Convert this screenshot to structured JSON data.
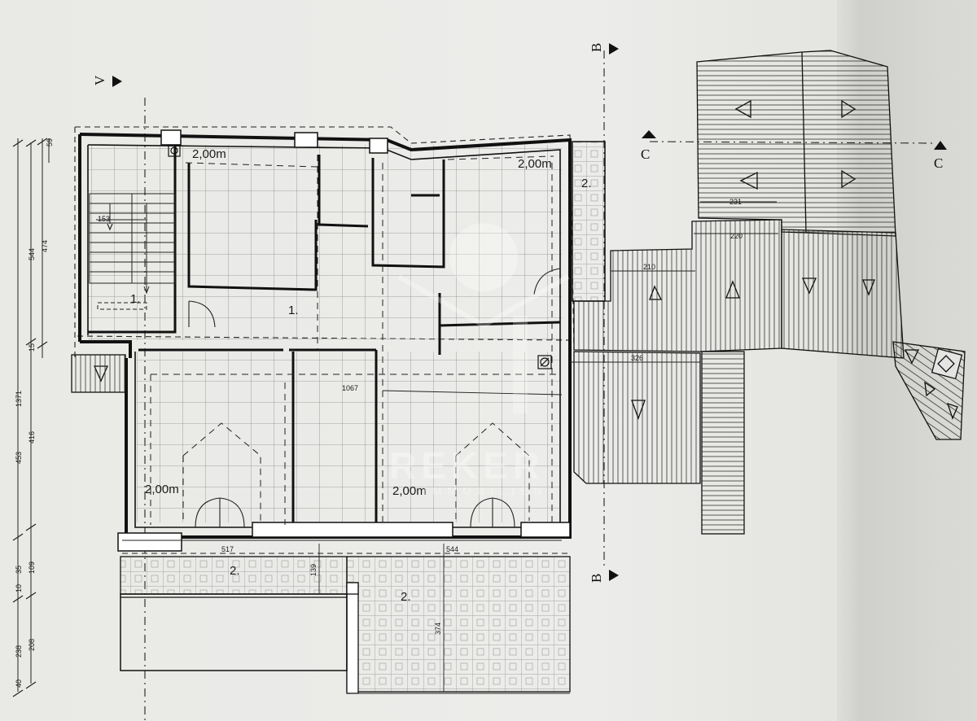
{
  "heights": {
    "r1": "2,00m",
    "r2": "2,00m",
    "r3": "2,00m",
    "r4": "2,00m"
  },
  "room_numbers": {
    "stair_room": "1.",
    "hall": "1.",
    "balcony_right": "2.",
    "terrace_front": "2.",
    "terrace_lower": "2."
  },
  "section_markers": {
    "v": "V",
    "b_top": "B",
    "b_bottom": "B",
    "c_left": "C",
    "c_right": "C"
  },
  "dimensions": {
    "stair_width": "153",
    "top_210": "210",
    "top_220": "220",
    "top_231": "231",
    "mid_326": "326",
    "hall_1067": "1067",
    "front_517": "517",
    "front_544": "544",
    "front_139": "139",
    "lower_374": "374"
  },
  "side_dims": [
    "59",
    "474",
    "544",
    "1371",
    "453",
    "416",
    "15",
    "109",
    "10",
    "35",
    "238",
    "208",
    "40"
  ],
  "watermark": {
    "brand": "REKER",
    "sub": "IMMOBILIEN"
  },
  "colors": {
    "line": "#1a1a1a",
    "paper": "#ececea"
  }
}
